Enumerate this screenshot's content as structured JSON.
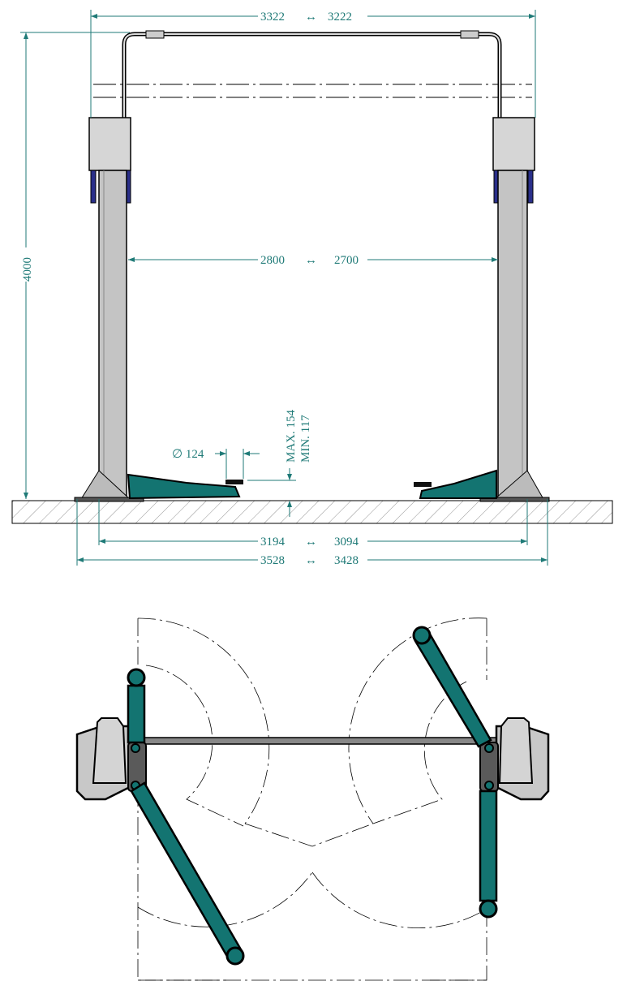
{
  "title": "Two-post lift dimension drawing",
  "colors": {
    "dimension": "#1f7a77",
    "arm": "#137471",
    "column": "#c8c8c8",
    "carriage": "#5a5a5a"
  },
  "front_view": {
    "overall_top_width": {
      "a": "3322",
      "b": "3222",
      "sep": "↔"
    },
    "height": "4000",
    "inner_width": {
      "a": "2800",
      "b": "2700",
      "sep": "↔"
    },
    "base_width": {
      "a": "3194",
      "b": "3094",
      "sep": "↔"
    },
    "overall_base_width": {
      "a": "3528",
      "b": "3428",
      "sep": "↔"
    },
    "pad_diameter": "∅ 124",
    "pad_height_max": "MAX. 154",
    "pad_height_min": "MIN.  117"
  }
}
